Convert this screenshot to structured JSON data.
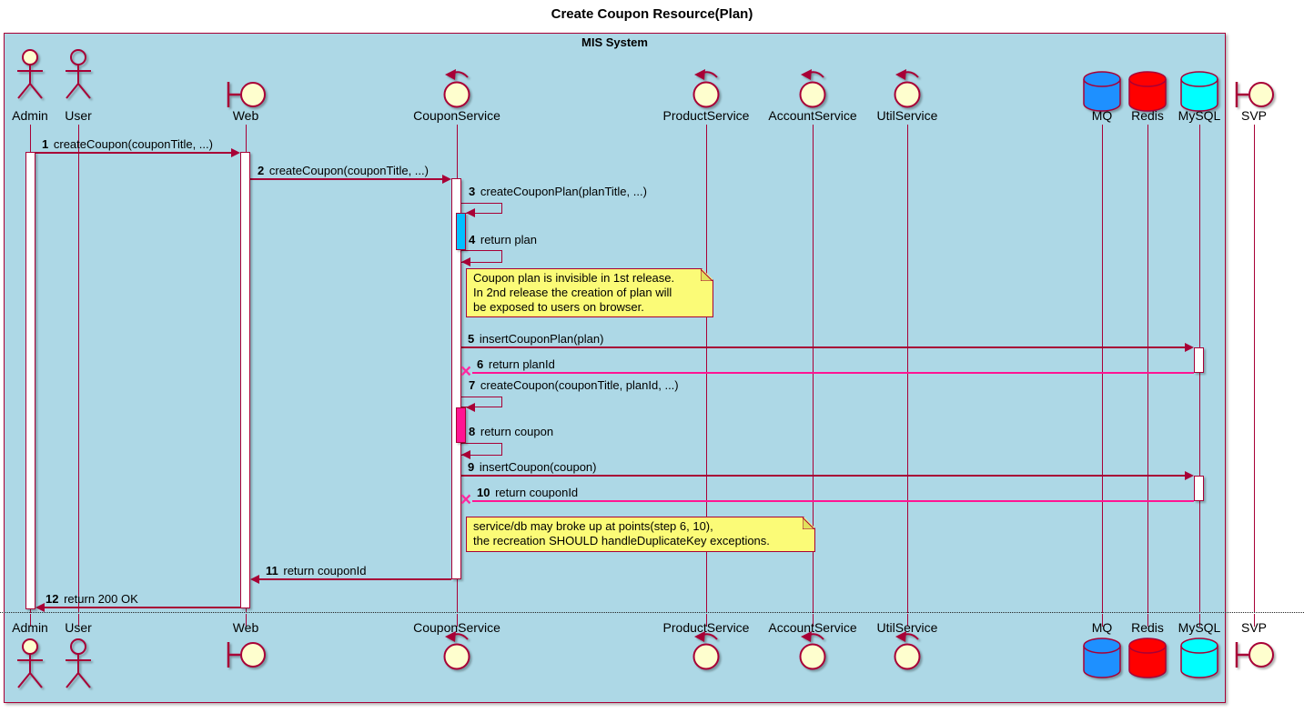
{
  "title": "Create Coupon Resource(Plan)",
  "system_box": {
    "label": "MIS System"
  },
  "participants": [
    {
      "name": "Admin",
      "kind": "actor"
    },
    {
      "name": "User",
      "kind": "actor"
    },
    {
      "name": "Web",
      "kind": "boundary"
    },
    {
      "name": "CouponService",
      "kind": "control"
    },
    {
      "name": "ProductService",
      "kind": "control"
    },
    {
      "name": "AccountService",
      "kind": "control"
    },
    {
      "name": "UtilService",
      "kind": "control"
    },
    {
      "name": "MQ",
      "kind": "database",
      "fill": "#1E90FF"
    },
    {
      "name": "Redis",
      "kind": "database",
      "fill": "#FF0000"
    },
    {
      "name": "MySQL",
      "kind": "database",
      "fill": "#00FFFF"
    },
    {
      "name": "SVP",
      "kind": "boundary"
    }
  ],
  "messages": [
    {
      "num": "1",
      "text": "createCoupon(couponTitle, ...)",
      "from": "Admin",
      "to": "Web"
    },
    {
      "num": "2",
      "text": "createCoupon(couponTitle, ...)",
      "from": "Web",
      "to": "CouponService"
    },
    {
      "num": "3",
      "text": "createCouponPlan(planTitle, ...)",
      "from": "CouponService",
      "to": "CouponService"
    },
    {
      "num": "4",
      "text": "return plan",
      "from": "CouponService",
      "to": "CouponService"
    },
    {
      "num": "5",
      "text": "insertCouponPlan(plan)",
      "from": "CouponService",
      "to": "MySQL"
    },
    {
      "num": "6",
      "text": "return planId",
      "from": "MySQL",
      "to": "CouponService",
      "lost": true
    },
    {
      "num": "7",
      "text": "createCoupon(couponTitle, planId, ...)",
      "from": "CouponService",
      "to": "CouponService"
    },
    {
      "num": "8",
      "text": "return coupon",
      "from": "CouponService",
      "to": "CouponService"
    },
    {
      "num": "9",
      "text": "insertCoupon(coupon)",
      "from": "CouponService",
      "to": "MySQL"
    },
    {
      "num": "10",
      "text": "return couponId",
      "from": "MySQL",
      "to": "CouponService",
      "lost": true
    },
    {
      "num": "11",
      "text": "return couponId",
      "from": "CouponService",
      "to": "Web"
    },
    {
      "num": "12",
      "text": "return 200 OK",
      "from": "Web",
      "to": "Admin"
    }
  ],
  "notes": [
    {
      "lines": [
        "Coupon plan is invisible in 1st release.",
        "In 2nd release the creation of plan will",
        "be exposed to users on browser."
      ]
    },
    {
      "lines": [
        "service/db may broke up at points(step 6, 10),",
        "the recreation SHOULD handleDuplicateKey exceptions."
      ]
    }
  ],
  "glyphs": {
    "lost_cross": "×"
  },
  "colors": {
    "frame": "#A80036",
    "box_fill": "#ADD8E6",
    "icon_fill": "#FEFECE",
    "note_fill": "#FBFB77",
    "self_activation_blue": "#00BFFF",
    "self_activation_pink": "#FF1493",
    "lost_message": "#FF1493",
    "mq_fill": "#1E90FF",
    "redis_fill": "#FF0000",
    "mysql_fill": "#00FFFF"
  }
}
